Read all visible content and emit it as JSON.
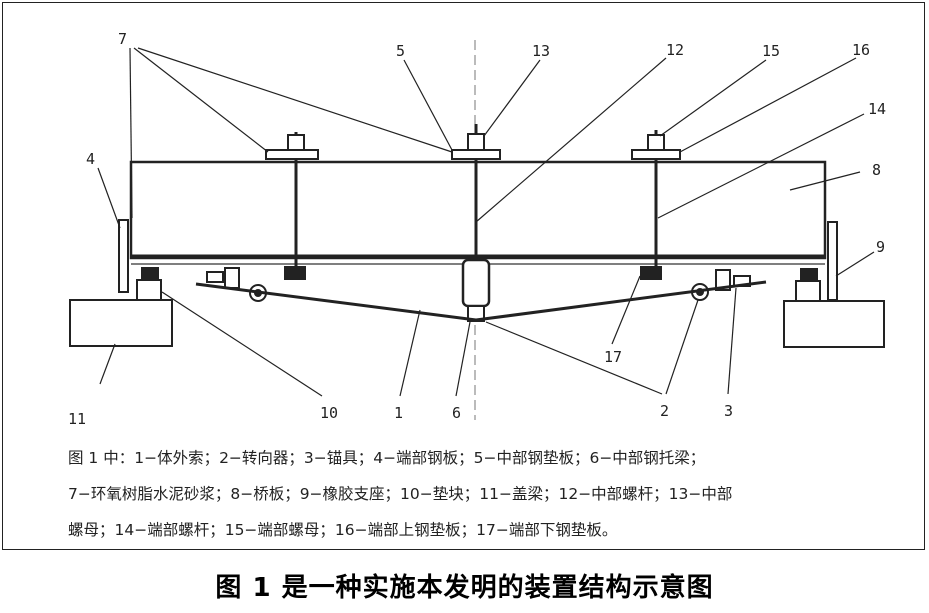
{
  "labels": {
    "l7": "7",
    "l5": "5",
    "l13": "13",
    "l12": "12",
    "l15": "15",
    "l16": "16",
    "l14": "14",
    "l8": "8",
    "l4": "4",
    "l9": "9",
    "l17": "17",
    "l11": "11",
    "l10": "10",
    "l1": "1",
    "l6": "6",
    "l2": "2",
    "l3": "3"
  },
  "legend": {
    "line1": "图 1 中：1−体外索；2−转向器；3−锚具；4−端部钢板；5−中部钢垫板；6−中部钢托梁；",
    "line2": "7−环氧树脂水泥砂浆；8−桥板；9−橡胶支座；10−垫块；11−盖梁；12−中部螺杆；13−中部",
    "line3": "螺母；14−端部螺杆；15−端部螺母；16−端部上钢垫板；17−端部下钢垫板。"
  },
  "caption": "图 1   是一种实施本发明的装置结构示意图"
}
